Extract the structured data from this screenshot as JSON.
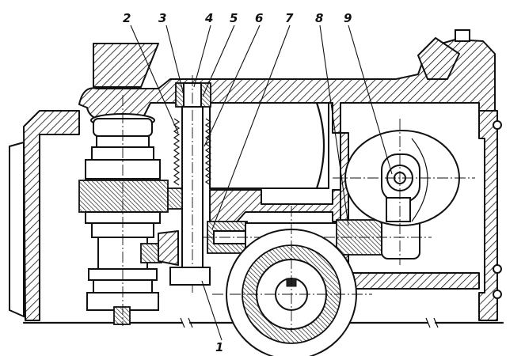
{
  "callouts": {
    "c1": "1",
    "c2": "2",
    "c3": "3",
    "c4": "4",
    "c5": "5",
    "c6": "6",
    "c7": "7",
    "c8": "8",
    "c9": "9"
  },
  "colors": {
    "ink": "#111111",
    "paper": "#ffffff"
  }
}
